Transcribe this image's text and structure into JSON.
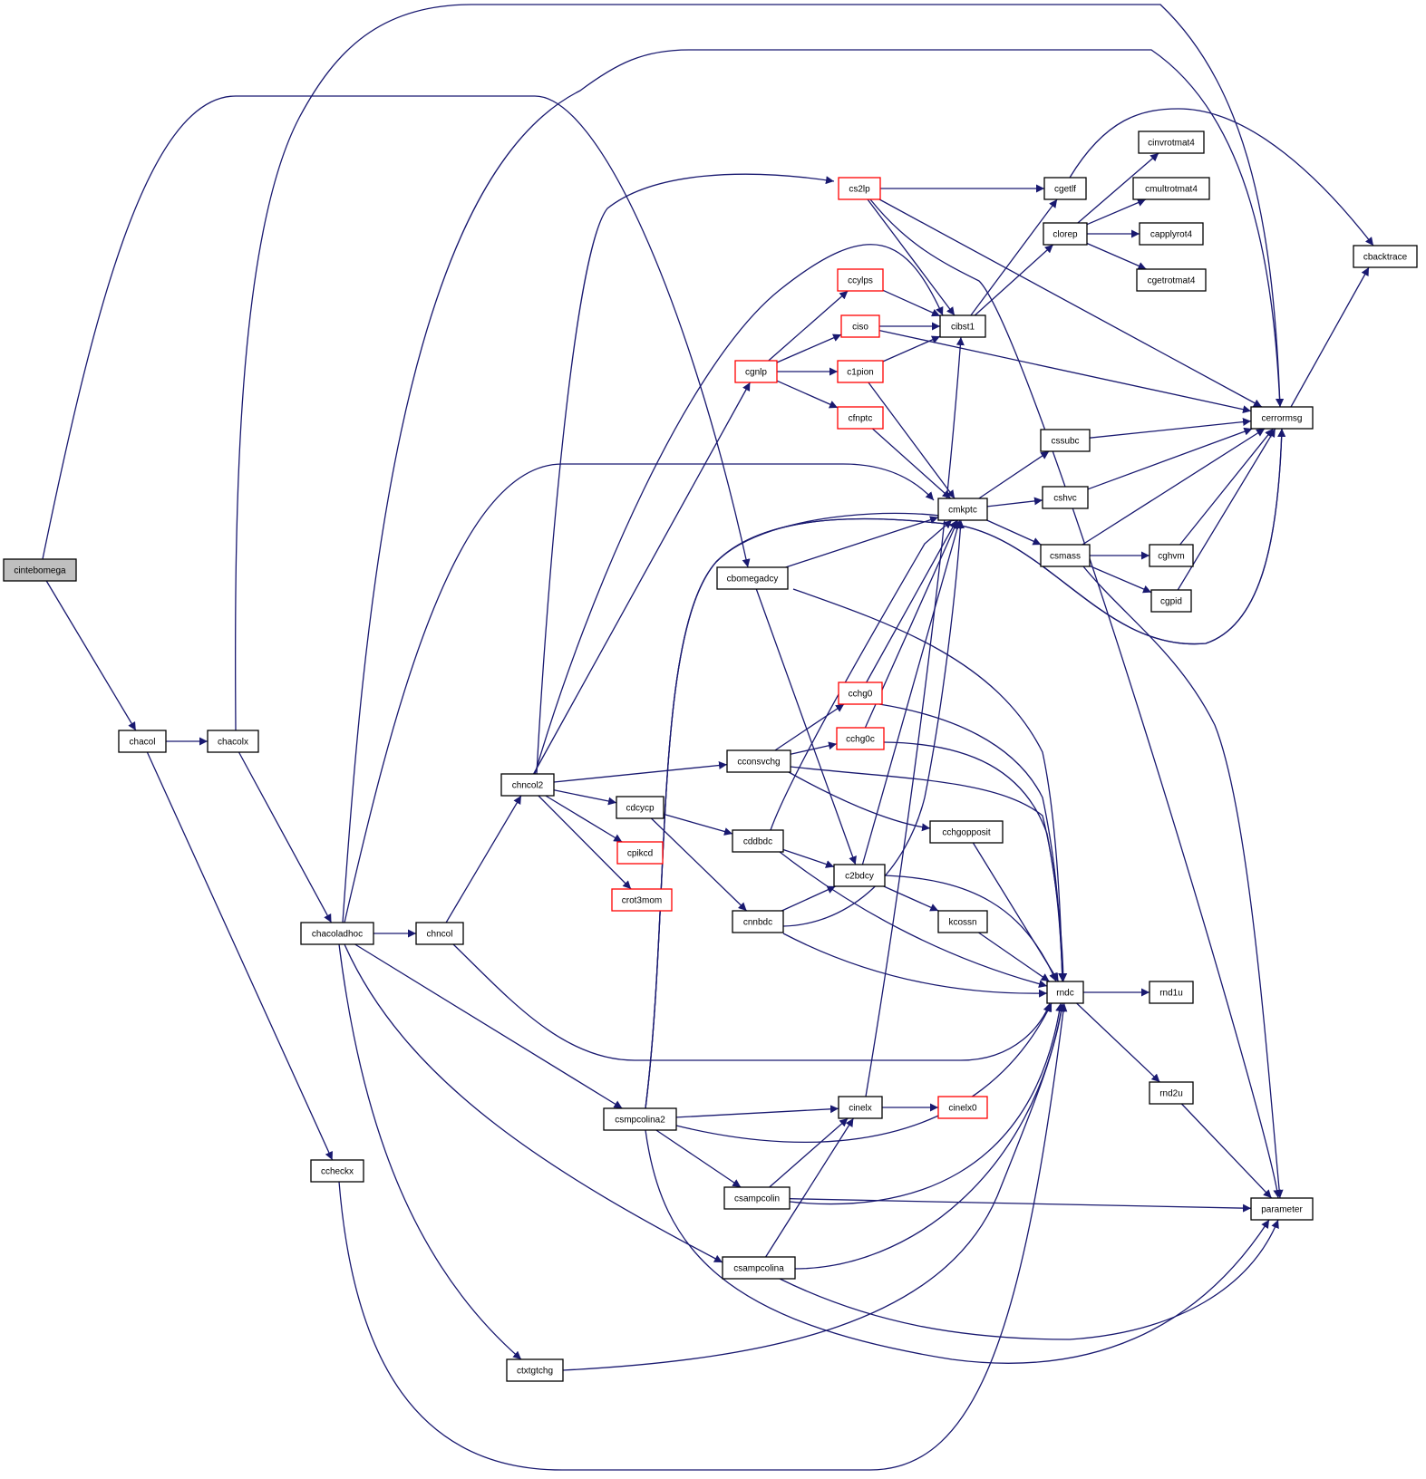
{
  "graph": {
    "colors": {
      "edge": "#191970",
      "node_border_default": "#000000",
      "node_border_truncated": "#ff0000",
      "node_fill_default": "#ffffff",
      "node_fill_root": "#bfbfbf"
    },
    "nodes": [
      {
        "id": "cintebomega",
        "label": "cintebomega",
        "style": "root"
      },
      {
        "id": "chacol",
        "label": "chacol",
        "style": "normal"
      },
      {
        "id": "chacolx",
        "label": "chacolx",
        "style": "normal"
      },
      {
        "id": "chacoladhoc",
        "label": "chacoladhoc",
        "style": "normal"
      },
      {
        "id": "ccheckx",
        "label": "ccheckx",
        "style": "normal"
      },
      {
        "id": "chncol",
        "label": "chncol",
        "style": "normal"
      },
      {
        "id": "chncol2",
        "label": "chncol2",
        "style": "normal"
      },
      {
        "id": "ctxtgtchg",
        "label": "ctxtgtchg",
        "style": "normal"
      },
      {
        "id": "csmpcolina2",
        "label": "csmpcolina2",
        "style": "normal"
      },
      {
        "id": "cbomegadcy",
        "label": "cbomegadcy",
        "style": "normal"
      },
      {
        "id": "cconsvchg",
        "label": "cconsvchg",
        "style": "normal"
      },
      {
        "id": "cdcycp",
        "label": "cdcycp",
        "style": "normal"
      },
      {
        "id": "cpikcd",
        "label": "cpikcd",
        "style": "truncated"
      },
      {
        "id": "crot3mom",
        "label": "crot3mom",
        "style": "truncated"
      },
      {
        "id": "cgnlp",
        "label": "cgnlp",
        "style": "truncated"
      },
      {
        "id": "cs2lp",
        "label": "cs2lp",
        "style": "truncated"
      },
      {
        "id": "ccylps",
        "label": "ccylps",
        "style": "truncated"
      },
      {
        "id": "ciso",
        "label": "ciso",
        "style": "truncated"
      },
      {
        "id": "c1pion",
        "label": "c1pion",
        "style": "truncated"
      },
      {
        "id": "cfnptc",
        "label": "cfnptc",
        "style": "truncated"
      },
      {
        "id": "cchg0",
        "label": "cchg0",
        "style": "truncated"
      },
      {
        "id": "cchg0c",
        "label": "cchg0c",
        "style": "truncated"
      },
      {
        "id": "cddbdc",
        "label": "cddbdc",
        "style": "normal"
      },
      {
        "id": "cnnbdc",
        "label": "cnnbdc",
        "style": "normal"
      },
      {
        "id": "c2bdcy",
        "label": "c2bdcy",
        "style": "normal"
      },
      {
        "id": "csampcolin",
        "label": "csampcolin",
        "style": "normal"
      },
      {
        "id": "csampcolina",
        "label": "csampcolina",
        "style": "normal"
      },
      {
        "id": "cinelx",
        "label": "cinelx",
        "style": "normal"
      },
      {
        "id": "cinelx0",
        "label": "cinelx0",
        "style": "truncated"
      },
      {
        "id": "cmkptc",
        "label": "cmkptc",
        "style": "normal"
      },
      {
        "id": "cibst1",
        "label": "cibst1",
        "style": "normal"
      },
      {
        "id": "cchgopposit",
        "label": "cchgopposit",
        "style": "normal"
      },
      {
        "id": "kcossn",
        "label": "kcossn",
        "style": "normal"
      },
      {
        "id": "rndc",
        "label": "rndc",
        "style": "normal"
      },
      {
        "id": "cgetlf",
        "label": "cgetlf",
        "style": "normal"
      },
      {
        "id": "clorep",
        "label": "clorep",
        "style": "normal"
      },
      {
        "id": "cssubc",
        "label": "cssubc",
        "style": "normal"
      },
      {
        "id": "cshvc",
        "label": "cshvc",
        "style": "normal"
      },
      {
        "id": "csmass",
        "label": "csmass",
        "style": "normal"
      },
      {
        "id": "cinvrotmat4",
        "label": "cinvrotmat4",
        "style": "normal"
      },
      {
        "id": "cmultrotmat4",
        "label": "cmultrotmat4",
        "style": "normal"
      },
      {
        "id": "capplyrot4",
        "label": "capplyrot4",
        "style": "normal"
      },
      {
        "id": "cgetrotmat4",
        "label": "cgetrotmat4",
        "style": "normal"
      },
      {
        "id": "cghvm",
        "label": "cghvm",
        "style": "normal"
      },
      {
        "id": "cgpid",
        "label": "cgpid",
        "style": "normal"
      },
      {
        "id": "rnd1u",
        "label": "rnd1u",
        "style": "normal"
      },
      {
        "id": "rnd2u",
        "label": "rnd2u",
        "style": "normal"
      },
      {
        "id": "cbacktrace",
        "label": "cbacktrace",
        "style": "normal"
      },
      {
        "id": "cerrormsg",
        "label": "cerrormsg",
        "style": "normal"
      },
      {
        "id": "parameter",
        "label": "parameter",
        "style": "normal"
      }
    ],
    "edges": [
      [
        "cintebomega",
        "chacol"
      ],
      [
        "cintebomega",
        "cbomegadcy"
      ],
      [
        "chacol",
        "chacolx"
      ],
      [
        "chacol",
        "ccheckx"
      ],
      [
        "chacolx",
        "chacoladhoc"
      ],
      [
        "chacolx",
        "cerrormsg"
      ],
      [
        "chacoladhoc",
        "chncol"
      ],
      [
        "chacoladhoc",
        "csmpcolina2"
      ],
      [
        "chacoladhoc",
        "csampcolina"
      ],
      [
        "chacoladhoc",
        "ctxtgtchg"
      ],
      [
        "chacoladhoc",
        "cmkptc"
      ],
      [
        "chacoladhoc",
        "cerrormsg"
      ],
      [
        "ccheckx",
        "rndc"
      ],
      [
        "chncol",
        "chncol2"
      ],
      [
        "chncol",
        "rndc"
      ],
      [
        "chncol2",
        "cs2lp"
      ],
      [
        "chncol2",
        "cgnlp"
      ],
      [
        "chncol2",
        "cibst1"
      ],
      [
        "chncol2",
        "cconsvchg"
      ],
      [
        "chncol2",
        "cdcycp"
      ],
      [
        "chncol2",
        "cpikcd"
      ],
      [
        "chncol2",
        "crot3mom"
      ],
      [
        "cs2lp",
        "cgetlf"
      ],
      [
        "cs2lp",
        "cibst1"
      ],
      [
        "cs2lp",
        "cerrormsg"
      ],
      [
        "cs2lp",
        "parameter"
      ],
      [
        "cgnlp",
        "ccylps"
      ],
      [
        "cgnlp",
        "ciso"
      ],
      [
        "cgnlp",
        "c1pion"
      ],
      [
        "cgnlp",
        "cfnptc"
      ],
      [
        "ccylps",
        "cibst1"
      ],
      [
        "ciso",
        "cibst1"
      ],
      [
        "ciso",
        "cerrormsg"
      ],
      [
        "c1pion",
        "cibst1"
      ],
      [
        "c1pion",
        "cmkptc"
      ],
      [
        "cfnptc",
        "cmkptc"
      ],
      [
        "cibst1",
        "cgetlf"
      ],
      [
        "cibst1",
        "clorep"
      ],
      [
        "cgetlf",
        "cbacktrace"
      ],
      [
        "clorep",
        "cinvrotmat4"
      ],
      [
        "clorep",
        "cmultrotmat4"
      ],
      [
        "clorep",
        "capplyrot4"
      ],
      [
        "clorep",
        "cgetrotmat4"
      ],
      [
        "cmkptc",
        "cssubc"
      ],
      [
        "cmkptc",
        "cshvc"
      ],
      [
        "cmkptc",
        "csmass"
      ],
      [
        "cssubc",
        "cerrormsg"
      ],
      [
        "cshvc",
        "cerrormsg"
      ],
      [
        "csmass",
        "cghvm"
      ],
      [
        "csmass",
        "cgpid"
      ],
      [
        "csmass",
        "cerrormsg"
      ],
      [
        "csmass",
        "parameter"
      ],
      [
        "cghvm",
        "cerrormsg"
      ],
      [
        "cgpid",
        "cerrormsg"
      ],
      [
        "cerrormsg",
        "cbacktrace"
      ],
      [
        "cbomegadcy",
        "cmkptc"
      ],
      [
        "cbomegadcy",
        "c2bdcy"
      ],
      [
        "cbomegadcy",
        "rndc"
      ],
      [
        "cconsvchg",
        "cchg0"
      ],
      [
        "cconsvchg",
        "cchg0c"
      ],
      [
        "cconsvchg",
        "cchgopposit"
      ],
      [
        "cconsvchg",
        "rndc"
      ],
      [
        "cchg0",
        "cmkptc"
      ],
      [
        "cchg0",
        "rndc"
      ],
      [
        "cchg0c",
        "cmkptc"
      ],
      [
        "cchg0c",
        "rndc"
      ],
      [
        "cdcycp",
        "cddbdc"
      ],
      [
        "cdcycp",
        "cnnbdc"
      ],
      [
        "cddbdc",
        "c2bdcy"
      ],
      [
        "cddbdc",
        "cmkptc"
      ],
      [
        "cddbdc",
        "rndc"
      ],
      [
        "cnnbdc",
        "c2bdcy"
      ],
      [
        "cnnbdc",
        "cmkptc"
      ],
      [
        "cnnbdc",
        "rndc"
      ],
      [
        "c2bdcy",
        "cmkptc"
      ],
      [
        "c2bdcy",
        "kcossn"
      ],
      [
        "c2bdcy",
        "rndc"
      ],
      [
        "cchgopposit",
        "rndc"
      ],
      [
        "kcossn",
        "rndc"
      ],
      [
        "csmpcolina2",
        "cinelx"
      ],
      [
        "csmpcolina2",
        "csampcolin"
      ],
      [
        "csmpcolina2",
        "rndc"
      ],
      [
        "csmpcolina2",
        "parameter"
      ],
      [
        "csmpcolina2",
        "cerrormsg"
      ],
      [
        "csampcolin",
        "cinelx"
      ],
      [
        "csampcolin",
        "rndc"
      ],
      [
        "csampcolin",
        "parameter"
      ],
      [
        "csampcolina",
        "cinelx"
      ],
      [
        "csampcolina",
        "rndc"
      ],
      [
        "csampcolina",
        "parameter"
      ],
      [
        "cinelx",
        "cinelx0"
      ],
      [
        "cinelx",
        "cibst1"
      ],
      [
        "ctxtgtchg",
        "rndc"
      ],
      [
        "rndc",
        "rnd1u"
      ],
      [
        "rndc",
        "rnd2u"
      ],
      [
        "rnd2u",
        "parameter"
      ]
    ]
  }
}
